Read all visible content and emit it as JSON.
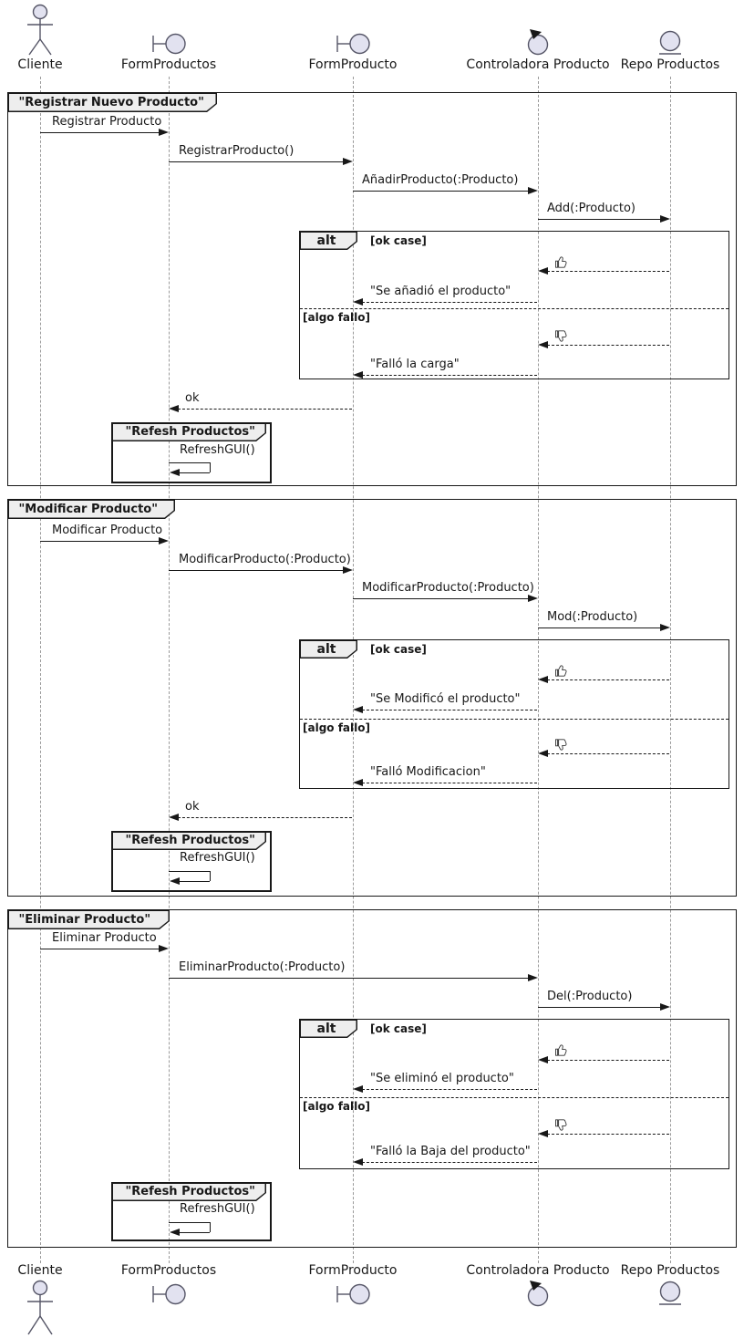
{
  "participants": [
    {
      "label": "Cliente",
      "icon": "actor"
    },
    {
      "label": "FormProductos",
      "icon": "boundary"
    },
    {
      "label": "FormProducto",
      "icon": "boundary"
    },
    {
      "label": "Controladora Producto",
      "icon": "control"
    },
    {
      "label": "Repo Productos",
      "icon": "entity"
    }
  ],
  "frames": [
    {
      "title": "\"Registrar Nuevo Producto\"",
      "alt_keyword": "alt",
      "guard_ok": "[ok case]",
      "guard_fail": "[algo fallo]",
      "messages": {
        "m1": "Registrar Producto",
        "m2": "RegistrarProducto()",
        "m3": "AñadirProducto(:Producto)",
        "m4": "Add(:Producto)",
        "ok_icon": "thumbs-up",
        "ok_reply": "\"Se añadió el producto\"",
        "fail_icon": "thumbs-down",
        "fail_reply": "\"Falló la carga\"",
        "return_ok": "ok"
      },
      "sub_frame": {
        "title": "\"Refesh Productos\"",
        "message": "RefreshGUI()"
      }
    },
    {
      "title": "\"Modificar Producto\"",
      "alt_keyword": "alt",
      "guard_ok": "[ok case]",
      "guard_fail": "[algo fallo]",
      "messages": {
        "m1": "Modificar Producto",
        "m2": "ModificarProducto(:Producto)",
        "m3": "ModificarProducto(:Producto)",
        "m4": "Mod(:Producto)",
        "ok_icon": "thumbs-up",
        "ok_reply": "\"Se Modificó el producto\"",
        "fail_icon": "thumbs-down",
        "fail_reply": "\"Falló Modificacion\"",
        "return_ok": "ok"
      },
      "sub_frame": {
        "title": "\"Refesh Productos\"",
        "message": "RefreshGUI()"
      }
    },
    {
      "title": "\"Eliminar Producto\"",
      "alt_keyword": "alt",
      "guard_ok": "[ok case]",
      "guard_fail": "[algo fallo]",
      "messages": {
        "m1": "Eliminar Producto",
        "m2": "EliminarProducto(:Producto)",
        "m3": "Del(:Producto)",
        "ok_icon": "thumbs-up",
        "ok_reply": "\"Se eliminó el producto\"",
        "fail_icon": "thumbs-down",
        "fail_reply": "\"Falló la Baja del producto\""
      },
      "sub_frame": {
        "title": "\"Refesh Productos\"",
        "message": "RefreshGUI()"
      }
    }
  ]
}
